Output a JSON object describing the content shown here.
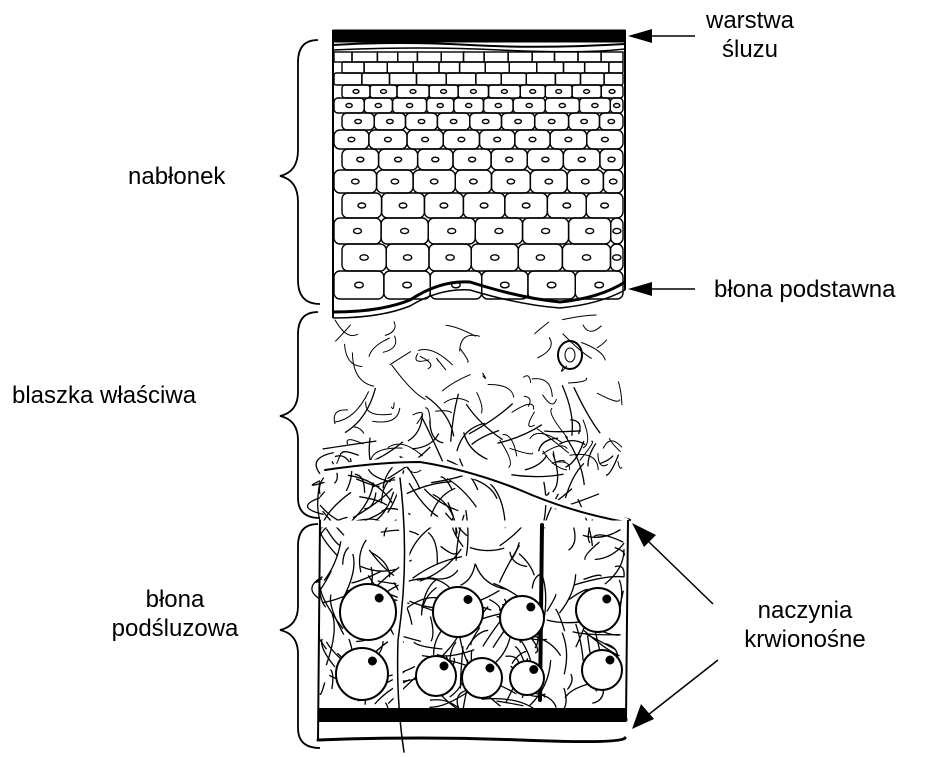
{
  "labels": {
    "mucus_layer": [
      "warstwa",
      "śluzu"
    ],
    "epithelium": "nabłonek",
    "basement_membrane": "błona podstawna",
    "lamina_propria": "blaszka właściwa",
    "submucosa": [
      "błona",
      "podśluzowa"
    ],
    "blood_vessels": [
      "naczynia",
      "krwionośne"
    ]
  },
  "colors": {
    "ink": "#000000",
    "paper": "#ffffff"
  }
}
